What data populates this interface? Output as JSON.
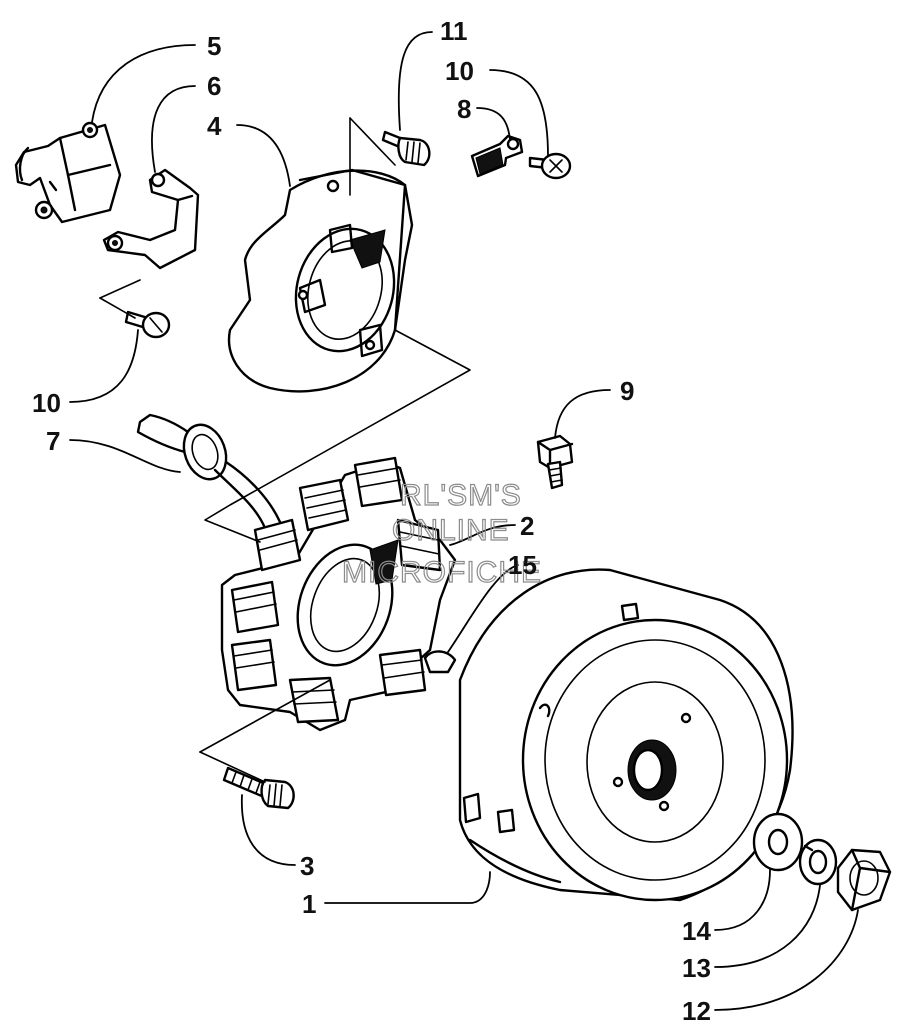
{
  "callouts": {
    "c1": "1",
    "c2": "2",
    "c3": "3",
    "c4": "4",
    "c5": "5",
    "c6": "6",
    "c7": "7",
    "c8": "8",
    "c9": "9",
    "c10a": "10",
    "c10b": "10",
    "c11": "11",
    "c12": "12",
    "c13": "13",
    "c14": "14",
    "c15": "15"
  },
  "watermark": {
    "line1": "RL'SM'S",
    "line2": "ONLINE",
    "line3": "MICROFICHE"
  }
}
